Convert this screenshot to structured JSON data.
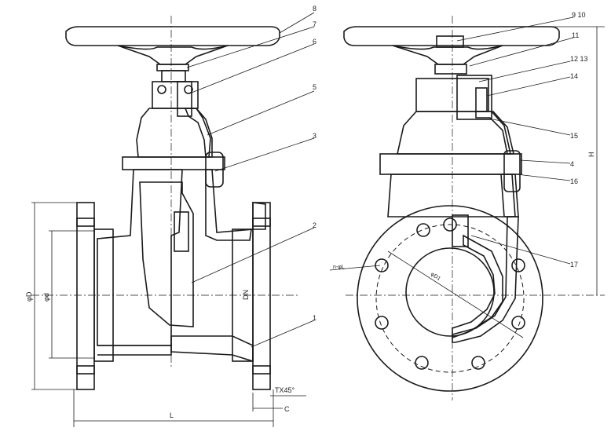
{
  "balloons": {
    "b8": "8",
    "b7": "7",
    "b6": "6",
    "b5": "5",
    "b3": "3",
    "b2": "2",
    "b1": "1",
    "b910": "9 10",
    "b11": "11",
    "b1213": "12 13",
    "b14": "14",
    "b15": "15",
    "b4": "4",
    "b16": "16",
    "b17": "17"
  },
  "dimensions": {
    "D": "φD",
    "d": "φd",
    "DN": "DN",
    "H": "H",
    "L": "L",
    "T": "T",
    "chamfer": "TX45°",
    "C": "C",
    "bolts": "n-φL",
    "D1": "φD1"
  },
  "colors": {
    "line": "#1a1a1a",
    "fill": "#e4e4e4"
  }
}
